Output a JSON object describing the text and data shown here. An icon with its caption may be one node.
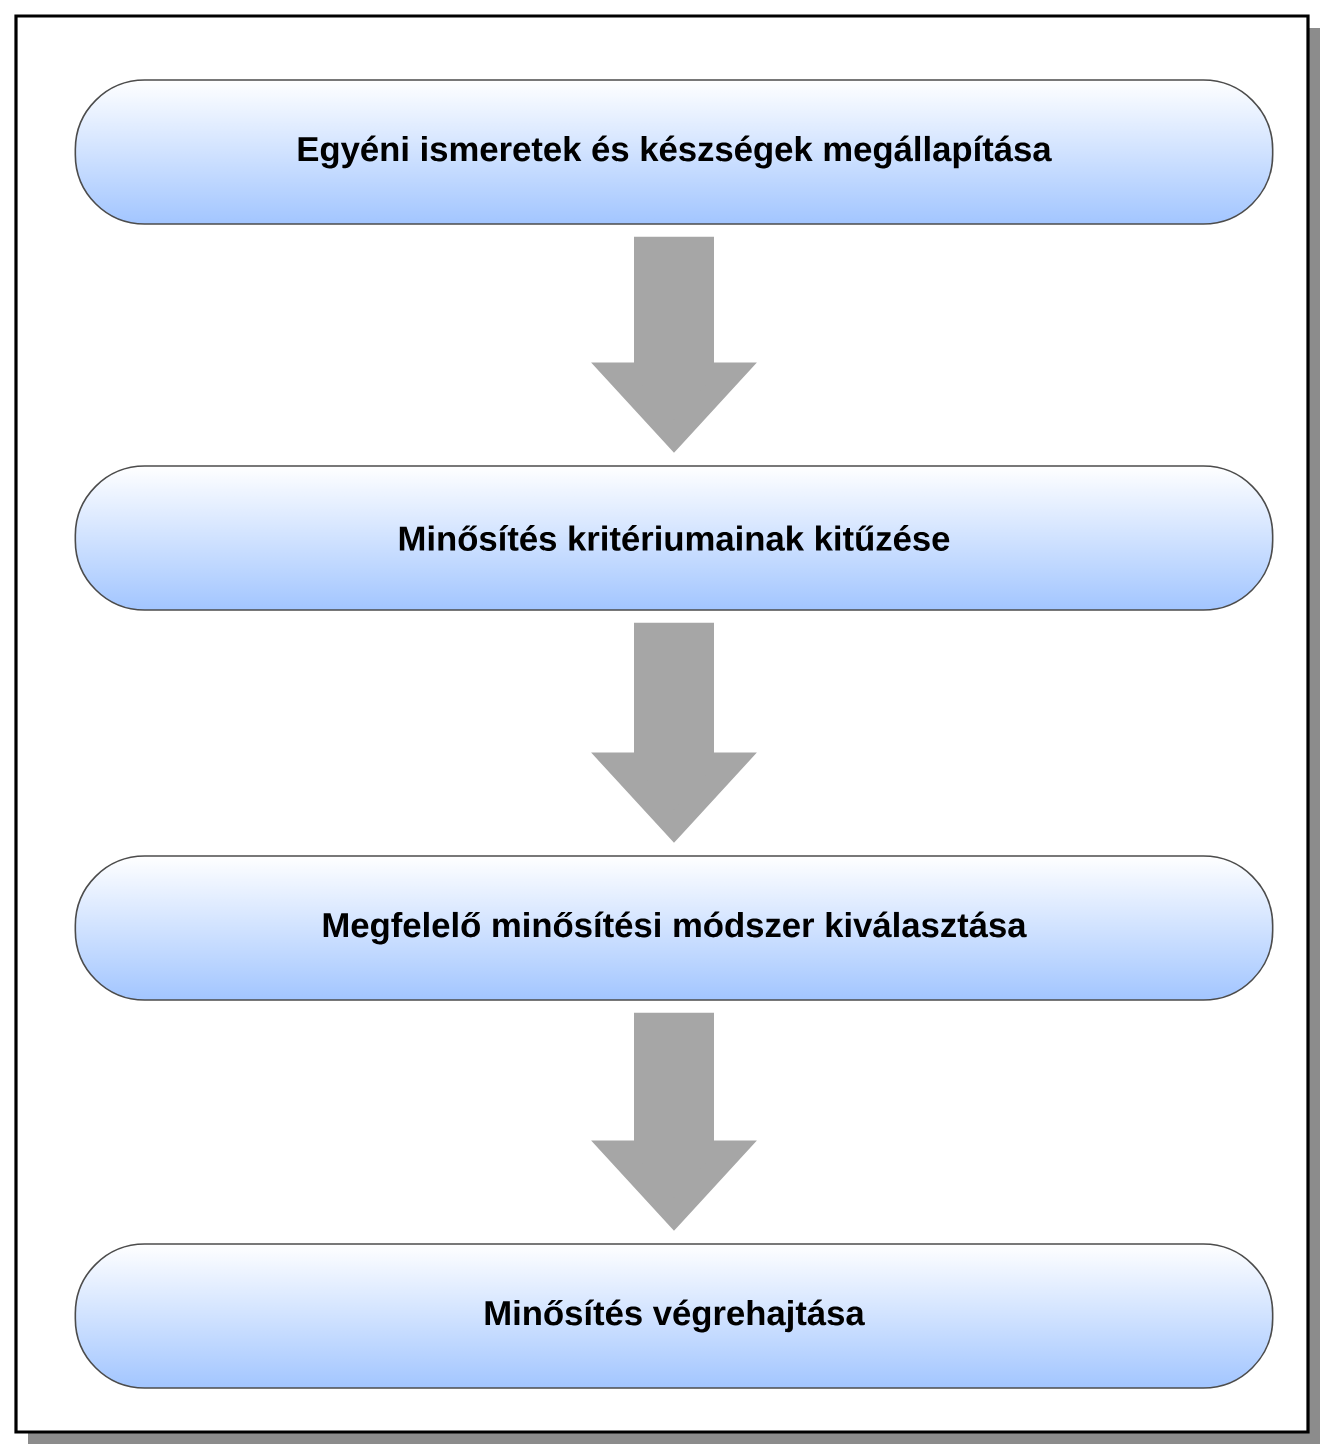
{
  "diagram": {
    "nodes": [
      {
        "text": [
          "Egyéni ismeretek és készségek megállapítása"
        ]
      },
      {
        "text": [
          "Minősítés kritériumainak kitűzése"
        ]
      },
      {
        "text": [
          "Megfelelő minősítési módszer kiválasztása"
        ]
      },
      {
        "text": [
          "Minősítés végrehajtása"
        ]
      }
    ],
    "edges": [
      {
        "from": 0,
        "to": 1,
        "arrow": "to"
      },
      {
        "from": 1,
        "to": 2,
        "arrow": "to"
      },
      {
        "from": 2,
        "to": 3,
        "arrow": "to"
      }
    ]
  }
}
